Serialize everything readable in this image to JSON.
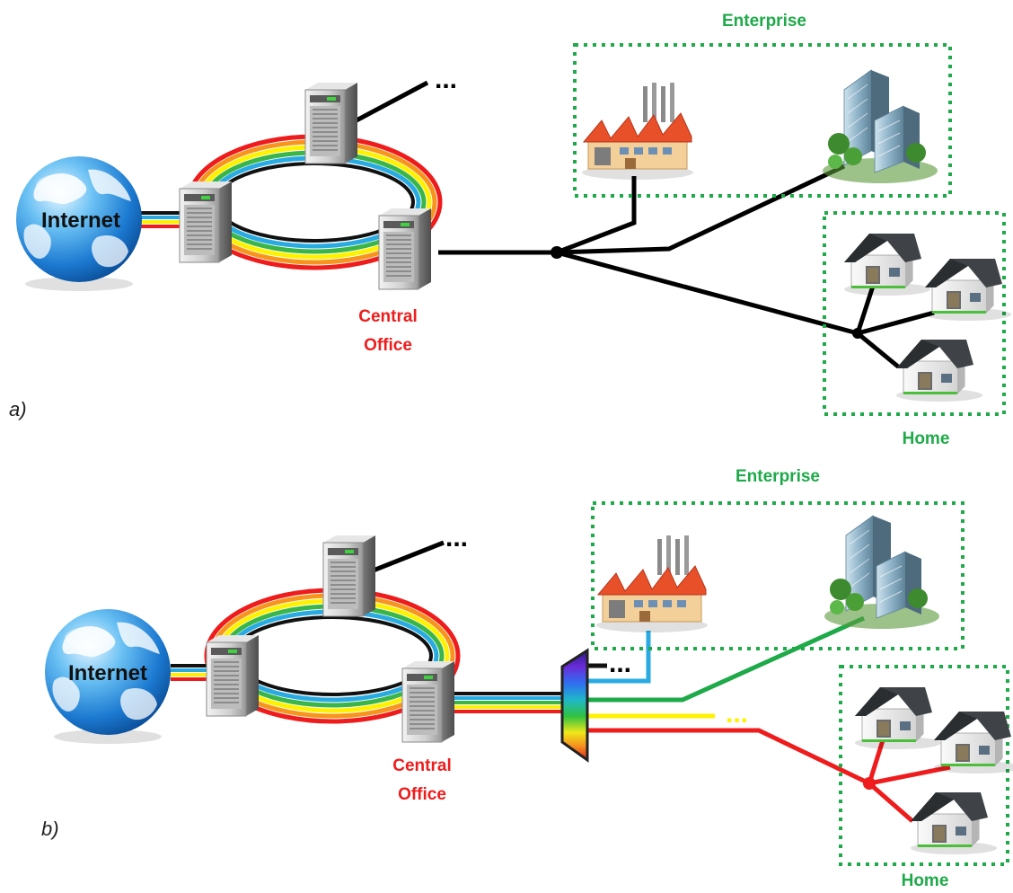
{
  "panels": [
    {
      "id": "a",
      "panel_label": "a)",
      "internet_label": "Internet",
      "central_office_line1": "Central",
      "central_office_line2": "Office",
      "enterprise_label": "Enterprise",
      "home_label": "Home",
      "ellipsis": "..."
    },
    {
      "id": "b",
      "panel_label": "b)",
      "internet_label": "Internet",
      "central_office_line1": "Central",
      "central_office_line2": "Office",
      "enterprise_label": "Enterprise",
      "home_label": "Home",
      "ellipsis": "...",
      "mux_ellipsis": "...",
      "yellow_ellipsis": "..."
    }
  ],
  "colors": {
    "group_border": "#1faa4a",
    "label_green": "#1faa4a",
    "label_red": "#ee1c1c",
    "ring": [
      "#ee1c1c",
      "#f7941d",
      "#fff200",
      "#39b54a",
      "#29abe2",
      "#111111"
    ],
    "wavelength_lines": [
      "#29abe2",
      "#1faa4a",
      "#fff200",
      "#ee1c1c"
    ]
  }
}
